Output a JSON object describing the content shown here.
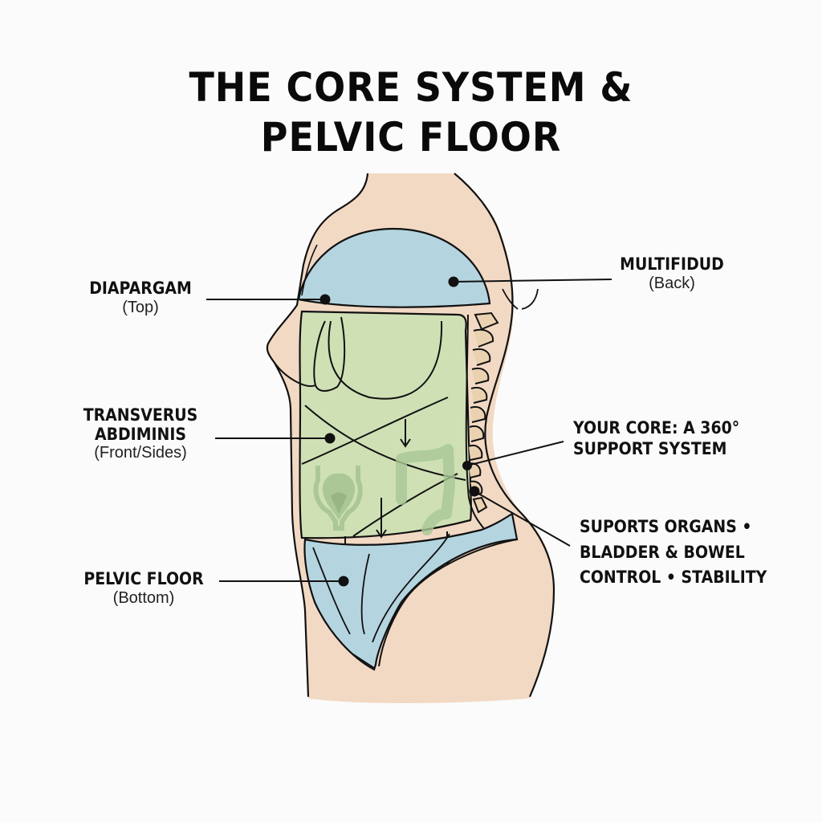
{
  "title": {
    "line1": "THE CORE SYSTEM &",
    "line2": "PELVIC FLOOR"
  },
  "labels": {
    "diaphragm": {
      "name": "DIAPARGAM",
      "sub": "(Top)"
    },
    "multifidus": {
      "name": "MULTIFIDUD",
      "sub": "(Back)"
    },
    "transversus": {
      "name_line1": "TRANSVERUS",
      "name_line2": "ABDIMINIS",
      "sub": "(Front/Sides)"
    },
    "pelvic_floor": {
      "name": "PELVIC FLOOR",
      "sub": "(Bottom)"
    }
  },
  "callouts": {
    "core": {
      "line1": "YOUR CORE: A 360°",
      "line2": "SUPPORT SYSTEM"
    },
    "benefits": {
      "line1": "SUPORTS ORGANS •",
      "line2": "BLADDER & BOWEL",
      "line3": "CONTROL • STABILITY"
    }
  },
  "colors": {
    "skin": "#f2d9c4",
    "diaphragm_blue": "#b4d5e0",
    "abdominal_green": "#cfe0b5",
    "organ_green": "#9fbf8c",
    "vertebra": "#ead2b0",
    "outline": "#111111"
  }
}
